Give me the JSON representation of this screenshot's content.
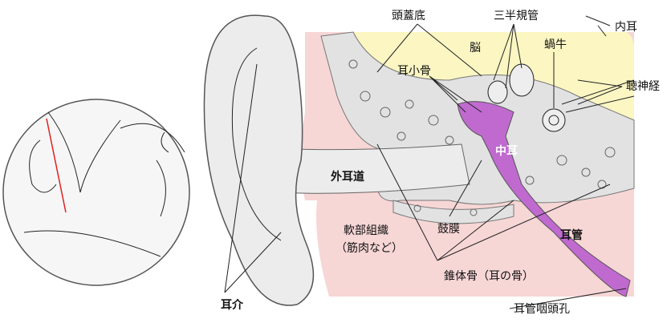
{
  "labels": {
    "skull_base": "頭蓋底",
    "semicircular_canals": "三半規管",
    "inner_ear": "内耳",
    "brain": "脳",
    "cochlea": "蝸牛",
    "ossicles": "耳小骨",
    "auditory_nerve": "聴神経",
    "middle_ear": "中耳",
    "ear_canal": "外耳道",
    "soft_tissue": "軟部組織",
    "soft_tissue_note": "（筋肉など）",
    "eardrum": "鼓膜",
    "eustachian_tube": "耳管",
    "petrous_bone": "錐体骨（耳の骨）",
    "tube_opening": "耳管咽頭孔",
    "auricle": "耳介"
  },
  "colors": {
    "brain": "#fbf6c2",
    "soft_tissue": "#f7d6d6",
    "bone": "#e2e2e2",
    "middle_ear": "#c06ad0",
    "pointer": "#e02020"
  }
}
